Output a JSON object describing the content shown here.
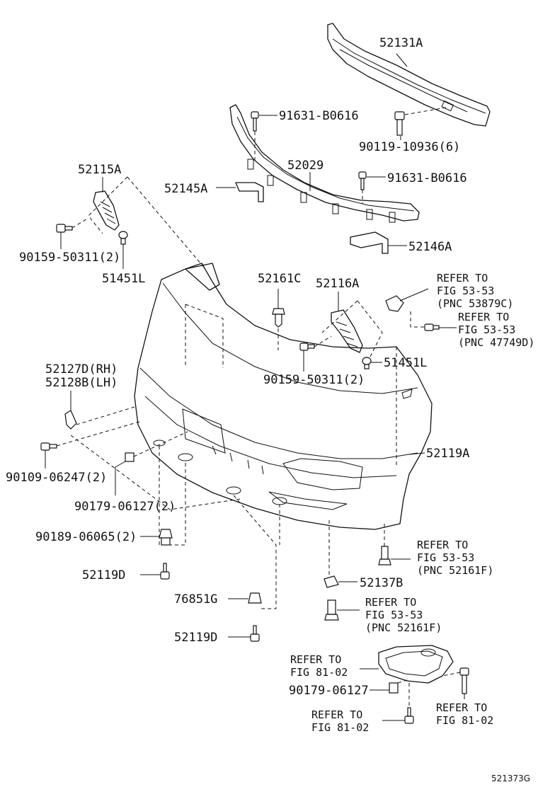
{
  "diagram_id": "521373G",
  "labels": {
    "p52131A": "52131A",
    "p91631_top": "91631-B0616",
    "p90119": "90119-10936(6)",
    "p52029": "52029",
    "p91631_mid": "91631-B0616",
    "p52115A": "52115A",
    "p52145A": "52145A",
    "p52146A": "52146A",
    "p90159_left": "90159-50311(2)",
    "p51451L_left": "51451L",
    "p52161C": "52161C",
    "p52116A": "52116A",
    "ref1_l1": "REFER TO",
    "ref1_l2": "FIG 53-53",
    "ref1_l3": "(PNC 53879C)",
    "ref2_l1": "REFER TO",
    "ref2_l2": "FIG 53-53",
    "ref2_l3": "(PNC 47749D)",
    "p51451L_right": "51451L",
    "p90159_mid": "90159-50311(2)",
    "p52127D": "52127D(RH)",
    "p52128B": "52128B(LH)",
    "p52119A": "52119A",
    "p90109": "90109-06247(2)",
    "p90179_a": "90179-06127(2)",
    "p90189": "90189-06065(2)",
    "ref3_l1": "REFER TO",
    "ref3_l2": "FIG 53-53",
    "ref3_l3": "(PNC 52161F)",
    "p52119D_a": "52119D",
    "p52137B": "52137B",
    "p76851G": "76851G",
    "ref4_l1": "REFER TO",
    "ref4_l2": "FIG 53-53",
    "ref4_l3": "(PNC 52161F)",
    "p52119D_b": "52119D",
    "ref5_l1": "REFER TO",
    "ref5_l2": "FIG 81-02",
    "p90179_b": "90179-06127",
    "ref6_l1": "REFER TO",
    "ref6_l2": "FIG 81-02",
    "ref7_l1": "REFER TO",
    "ref7_l2": "FIG 81-02"
  }
}
